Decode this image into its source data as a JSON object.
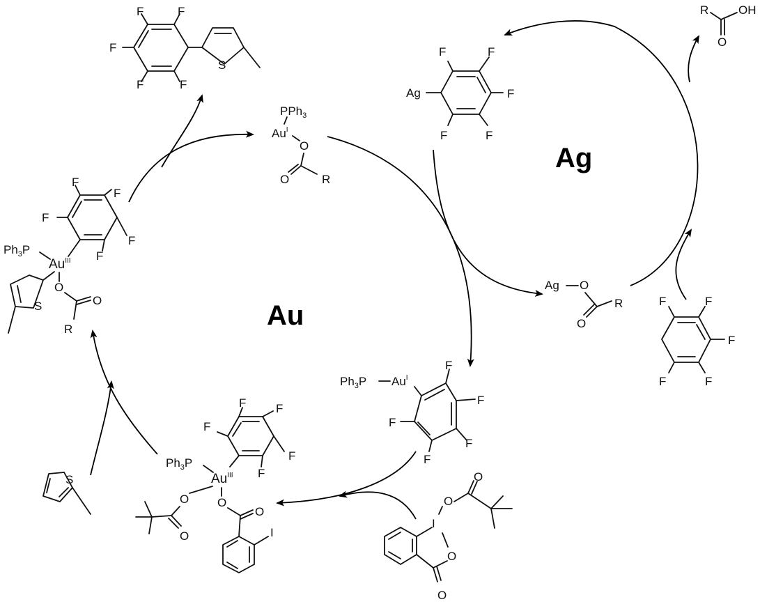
{
  "cycles": {
    "au": {
      "label": "Au"
    },
    "ag": {
      "label": "Ag"
    }
  },
  "atoms": {
    "F": "F",
    "S": "S",
    "O": "O",
    "R": "R",
    "I": "I",
    "OH": "OH",
    "Ag": "Ag",
    "Au": "Au",
    "P": "P",
    "Ph": "Ph",
    "three": "3",
    "ox_I": "I",
    "ox_III": "III"
  }
}
